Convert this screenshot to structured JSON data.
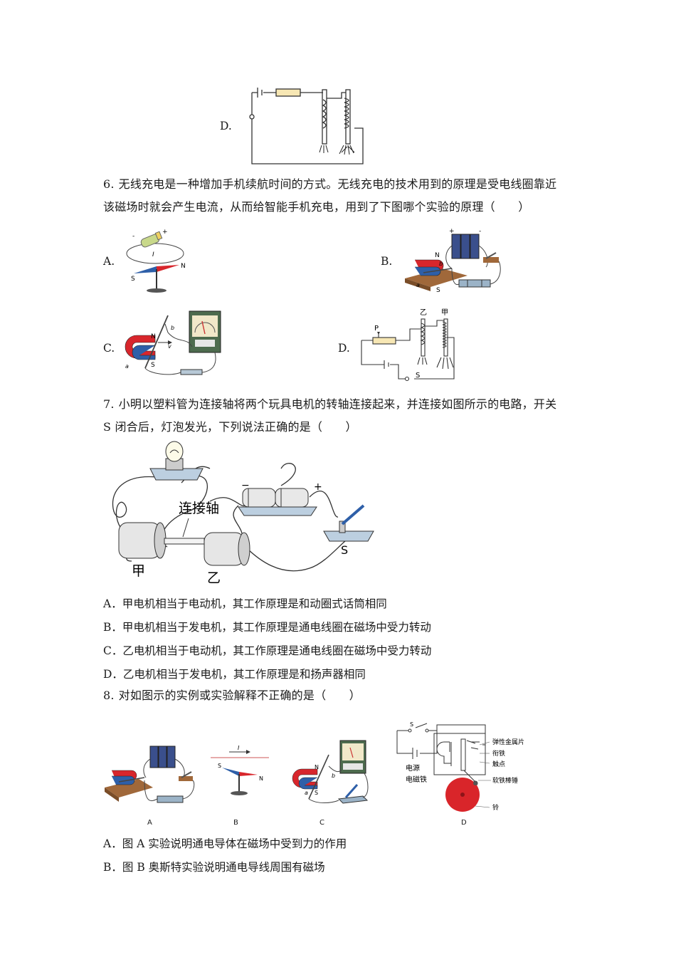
{
  "q5": {
    "option_d_label": "D."
  },
  "q6": {
    "number": "6.",
    "line1": "无线充电是一种增加手机续航时间的方式。无线充电的技术用到的原理是受电线圈靠近",
    "line2": "该磁场时就会产生电流，从而给智能手机充电，用到了下图哪个实验的原理（　　）",
    "options": [
      "A.",
      "B.",
      "C.",
      "D."
    ],
    "figA": {
      "plus": "+",
      "minus": "-",
      "current": "I",
      "s": "S",
      "n": "N"
    },
    "figB": {
      "plus": "+",
      "minus": "-",
      "n": "N",
      "s": "S",
      "b": "b",
      "a": "a"
    },
    "figC": {
      "n": "N",
      "s": "S",
      "b": "b",
      "a": "a",
      "v": "v"
    },
    "figD": {
      "yi": "乙",
      "jia": "甲",
      "p": "P",
      "s": "S"
    }
  },
  "q7": {
    "number": "7.",
    "line1": "小明以塑料管为连接轴将两个玩具电机的转轴连接起来，并连接如图所示的电路，开关",
    "line2": "S 闭合后，灯泡发光，下列说法正确的是（　　）",
    "figure": {
      "axis": "连接轴",
      "jia": "甲",
      "yi": "乙",
      "switch": "S",
      "minus": "−",
      "plus": "+"
    },
    "options": [
      "A．甲电机相当于电动机，其工作原理是和动圈式话筒相同",
      "B．甲电机相当于发电机，其工作原理是通电线圈在磁场中受力转动",
      "C．乙电机相当于电动机，其工作原理是通电线圈在磁场中受力转动",
      "D．乙电机相当于发电机，其工作原理是和扬声器相同"
    ]
  },
  "q8": {
    "number": "8.",
    "line1": "对如图示的实例或实验解释不正确的是（　　）",
    "captions": [
      "A",
      "B",
      "C",
      "D"
    ],
    "figB": {
      "current": "I",
      "s": "S",
      "n": "N"
    },
    "figC": {
      "n": "N",
      "s": "S",
      "a": "a",
      "b": "b"
    },
    "figD": {
      "switch": "S",
      "labels": [
        "弹性金属片",
        "衔铁",
        "触点",
        "软铁棒锤",
        "铃",
        "电源",
        "电磁铁"
      ]
    },
    "options": [
      "A．图 A 实验说明通电导体在磁场中受到力的作用",
      "B．图 B 奥斯特实验说明通电导线周围有磁场"
    ]
  },
  "colors": {
    "magnet_red": "#d8262c",
    "magnet_blue": "#2e5fa8",
    "wood": "#a0683a",
    "bell": "#d9252a"
  }
}
